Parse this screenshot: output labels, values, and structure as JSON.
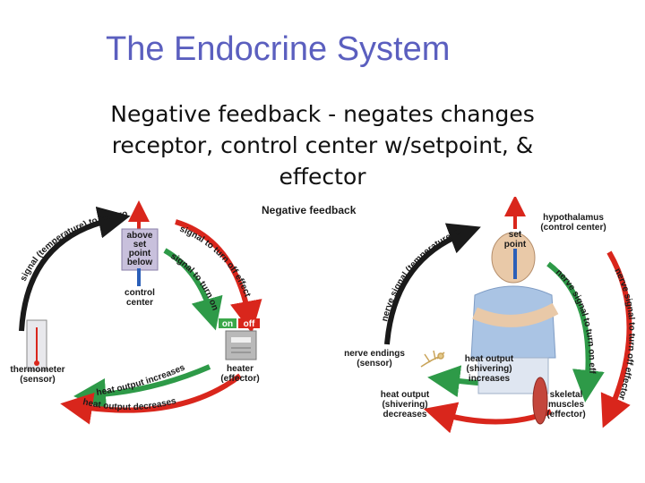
{
  "slide": {
    "title": "The Endocrine System",
    "subtitle_lines": [
      "Negative feedback - negates changes",
      "receptor, control center w/setpoint, &",
      "effector"
    ]
  },
  "diagram": {
    "heading": "Negative feedback",
    "left": {
      "setpoint_lines": [
        "above",
        "set",
        "point",
        "below"
      ],
      "control_center_lines": [
        "control",
        "center"
      ],
      "signal_to_control": "signal (temperature) to control center",
      "signal_turn_off": "signal to turn off effector",
      "signal_turn_on": "signal to turn on effector",
      "switch_on": "on",
      "switch_off": "off",
      "heater_lines": [
        "heater",
        "(effector)"
      ],
      "thermometer_lines": [
        "thermometer",
        "(sensor)"
      ],
      "heat_increases": "heat output increases",
      "heat_decreases": "heat output decreases"
    },
    "right": {
      "set_point_lines": [
        "set",
        "point"
      ],
      "hypothalamus_lines": [
        "hypothalamus",
        "(control center)"
      ],
      "nerve_signal_to_control": "nerve signal (temperature) to control center",
      "nerve_signal_turn_on": "nerve signal to turn on effector",
      "nerve_signal_turn_off": "nerve signal to turn off effector",
      "nerve_endings_lines": [
        "nerve endings",
        "(sensor)"
      ],
      "heat_increases_lines": [
        "heat output",
        "(shivering)",
        "increases"
      ],
      "heat_decreases_lines": [
        "heat output",
        "(shivering)",
        "decreases"
      ],
      "skeletal_lines": [
        "skeletal",
        "muscles",
        "(effector)"
      ]
    },
    "colors": {
      "red_arrow": "#d9261c",
      "green_arrow": "#2e9a48",
      "black_arrow": "#1a1a1a",
      "setpoint_box": "#c8c0dc",
      "switch_green": "#3aa84a",
      "switch_red": "#d9261c",
      "title_color": "#5b5fbf"
    }
  }
}
